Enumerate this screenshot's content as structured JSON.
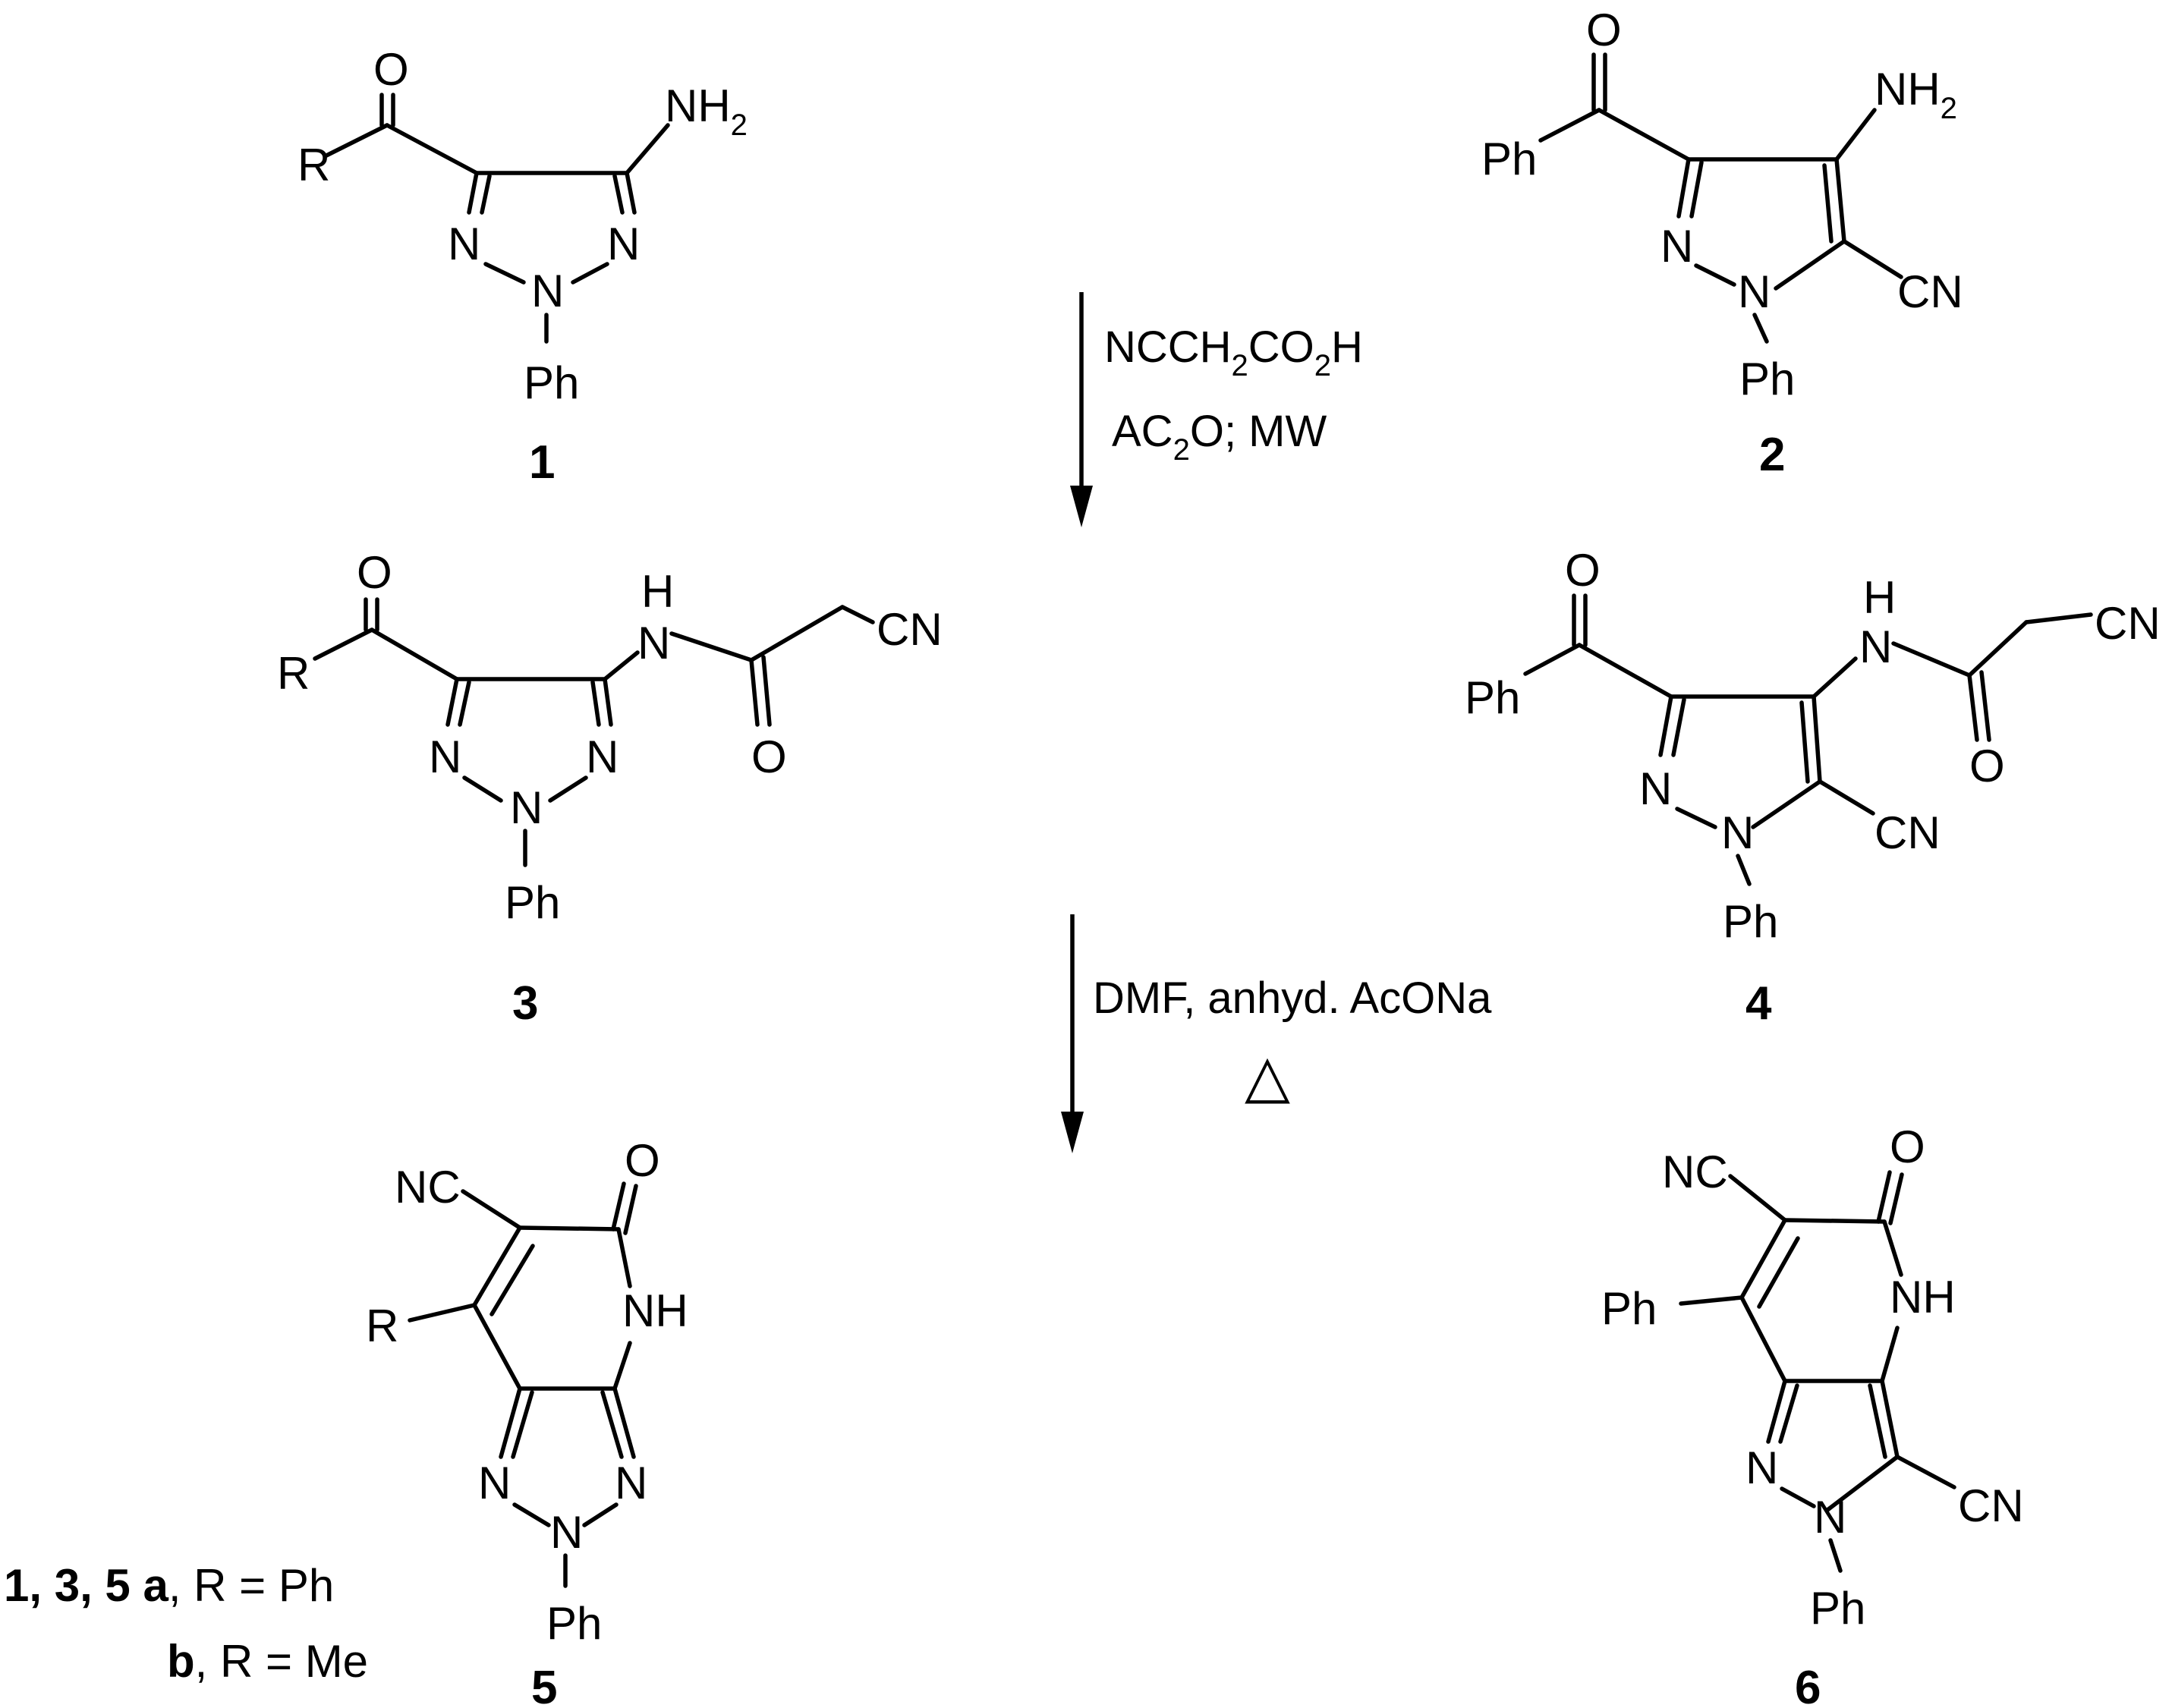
{
  "atoms": {
    "O": "O",
    "N": "N",
    "NH": "NH",
    "H": "H",
    "NH2_main": "NH",
    "NH2_sub": "2",
    "CN": "CN",
    "NC": "NC",
    "Ph": "Ph",
    "R": "R"
  },
  "reagents": {
    "step1_line1_a": "NCCH",
    "step1_line1_b": "2",
    "step1_line1_c": "CO",
    "step1_line1_d": "2",
    "step1_line1_e": "H",
    "step1_line2_a": "AC",
    "step1_line2_b": "2",
    "step1_line2_c": "O",
    "step1_line2_d": "; MW",
    "step2_line1": "DMF, anhyd. AcONa",
    "step2_heat": "△"
  },
  "compounds": {
    "c1": "1",
    "c2": "2",
    "c3": "3",
    "c4": "4",
    "c5": "5",
    "c6": "6"
  },
  "legend": {
    "line1_nums": "1, 3, 5",
    "line1_letter": "a",
    "line1_rest": ", R = Ph",
    "line2_letter": "b",
    "line2_rest": ", R = Me"
  }
}
